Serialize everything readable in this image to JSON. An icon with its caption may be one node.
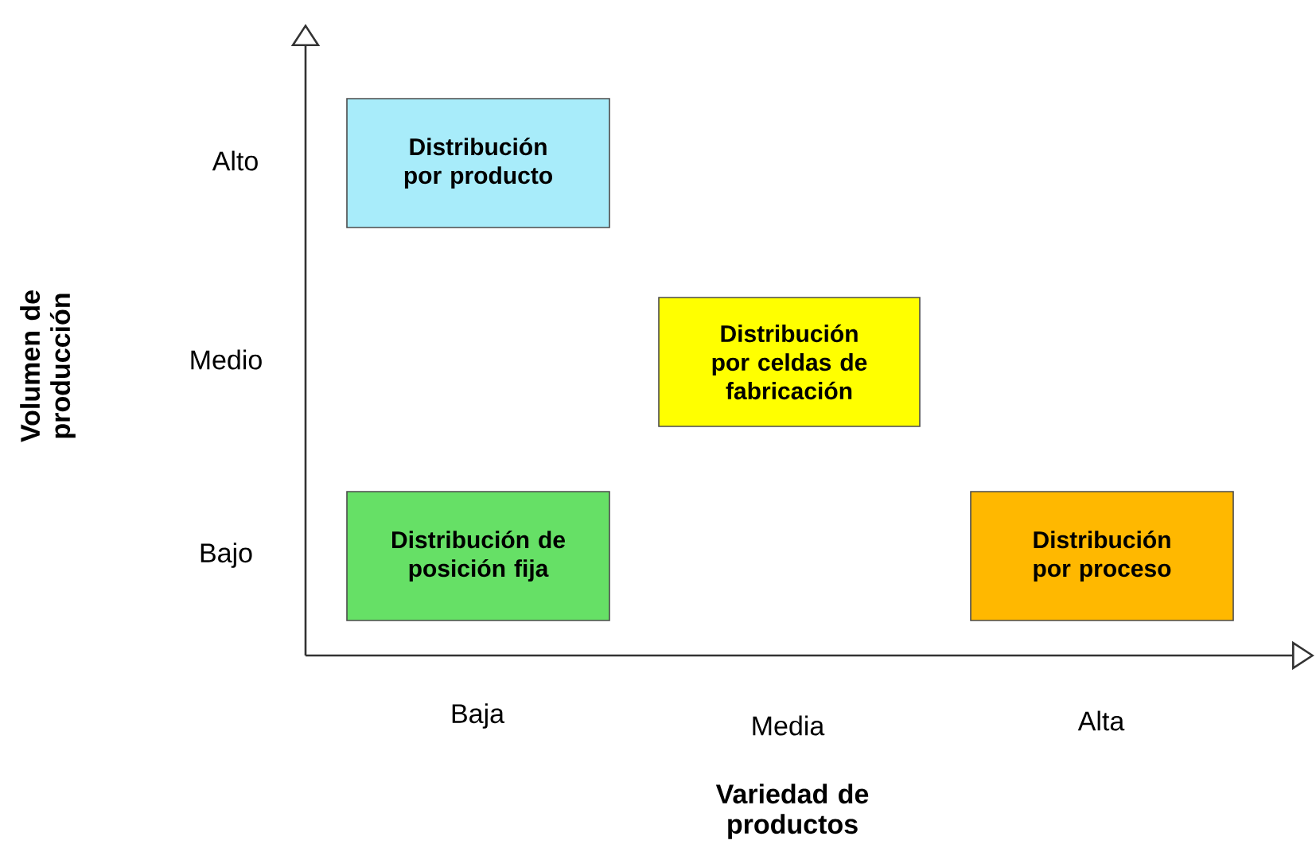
{
  "diagram": {
    "nodes": [
      {
        "text": [
          "Distribución por producto"
        ]
      },
      {
        "text": [
          "Distribución por celdas de fabricación"
        ]
      },
      {
        "text": [
          "Distribución de posición fija"
        ]
      },
      {
        "text": [
          "Distribución por proceso"
        ]
      }
    ],
    "labels": [
      "Alto",
      "Medio",
      "Bajo",
      "Volumen de producción",
      "Baja",
      "Media",
      "Alta",
      "Variedad de productos"
    ]
  }
}
